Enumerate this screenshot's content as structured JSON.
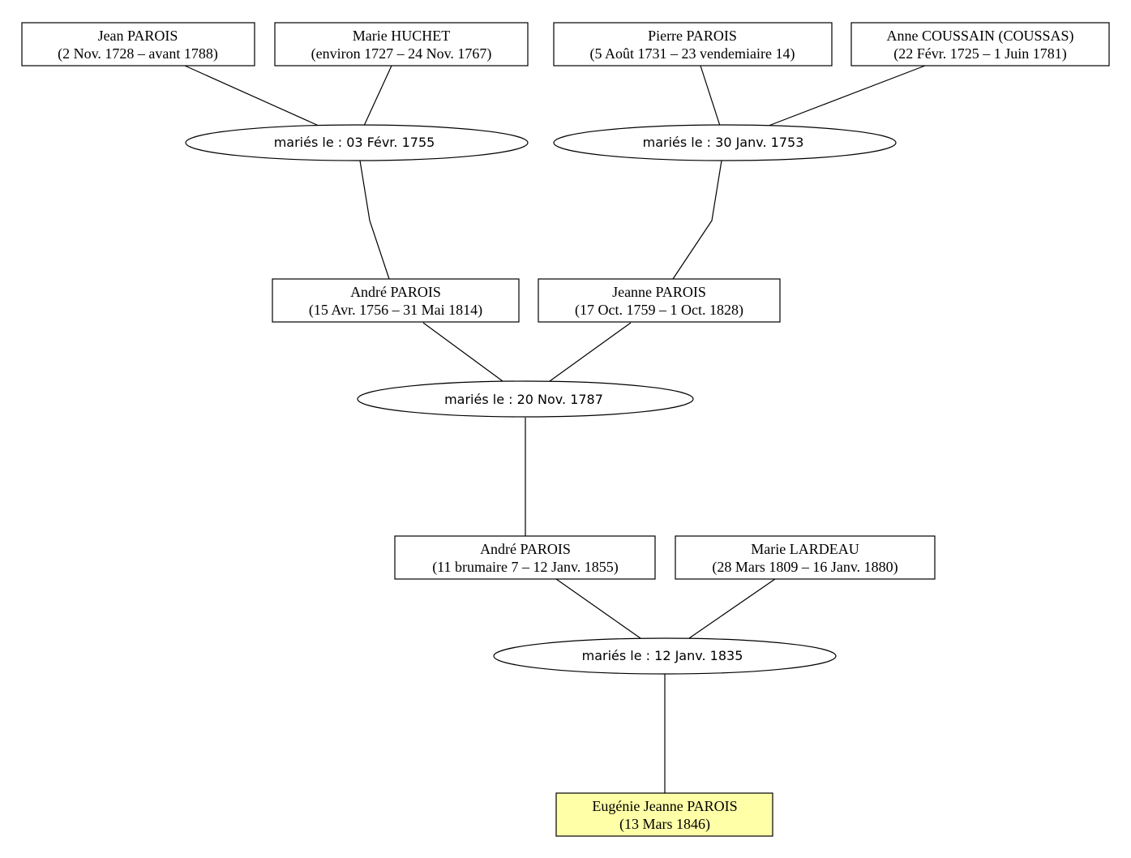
{
  "people": {
    "jean_parois": {
      "name": "Jean PAROIS",
      "dates": "(2 Nov. 1728 – avant 1788)"
    },
    "marie_huchet": {
      "name": "Marie HUCHET",
      "dates": "(environ 1727 – 24 Nov. 1767)"
    },
    "pierre_parois": {
      "name": "Pierre PAROIS",
      "dates": "(5 Août 1731 – 23 vendemiaire 14)"
    },
    "anne_coussain": {
      "name": "Anne COUSSAIN (COUSSAS)",
      "dates": "(22 Févr. 1725 – 1 Juin 1781)"
    },
    "andre_parois_1": {
      "name": "André PAROIS",
      "dates": "(15 Avr. 1756 – 31 Mai 1814)"
    },
    "jeanne_parois": {
      "name": "Jeanne PAROIS",
      "dates": "(17 Oct. 1759 – 1 Oct. 1828)"
    },
    "andre_parois_2": {
      "name": "André PAROIS",
      "dates": "(11 brumaire 7 – 12 Janv. 1855)"
    },
    "marie_lardeau": {
      "name": "Marie LARDEAU",
      "dates": "(28 Mars 1809 – 16 Janv. 1880)"
    },
    "eugenie_parois": {
      "name": "Eugénie Jeanne PAROIS",
      "dates": "(13 Mars 1846)"
    }
  },
  "marriages": {
    "m1755": {
      "label": "mariés le : 03 Févr. 1755"
    },
    "m1753": {
      "label": "mariés le : 30 Janv. 1753"
    },
    "m1787": {
      "label": "mariés le : 20 Nov. 1787"
    },
    "m1835": {
      "label": "mariés le : 12 Janv. 1835"
    }
  },
  "colors": {
    "root_person_fill": "#ffffa8",
    "box_fill": "#ffffff",
    "stroke": "#000000"
  }
}
